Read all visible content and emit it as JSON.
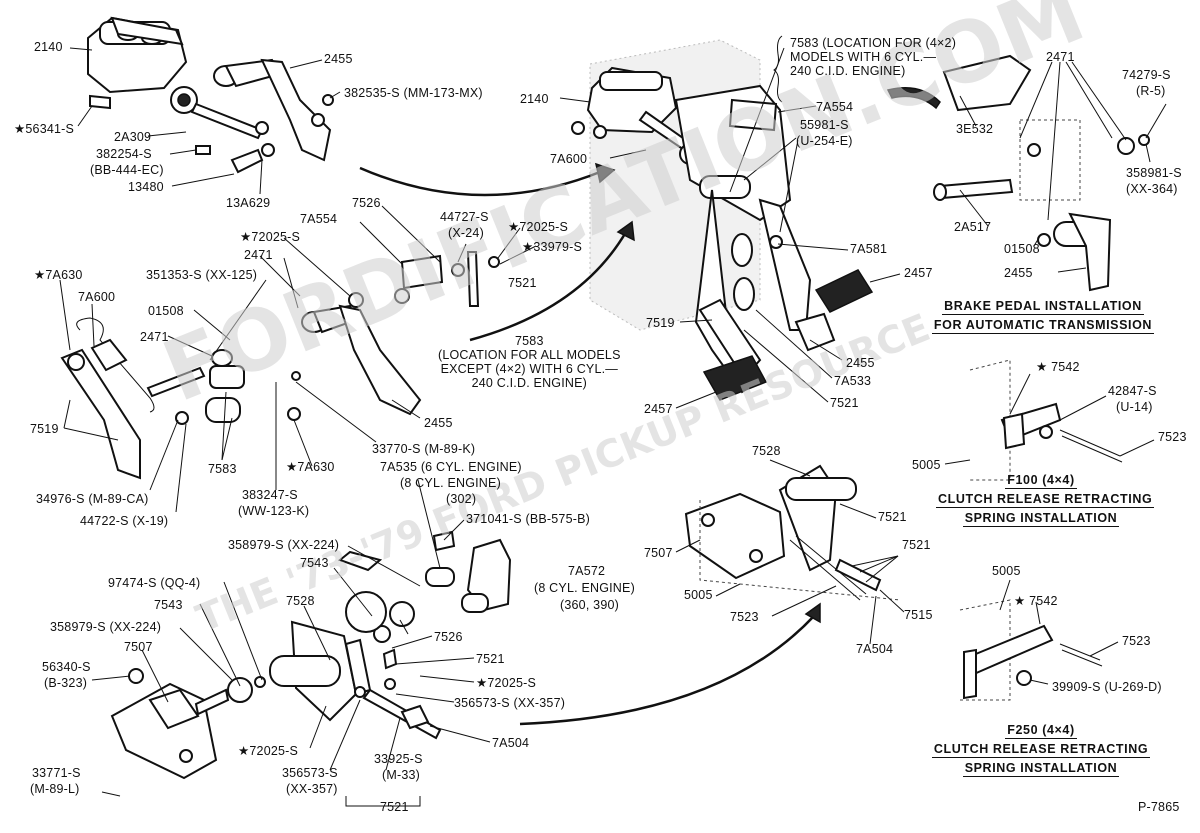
{
  "watermark": {
    "main": "FORDIFICATION.COM",
    "sub": "THE '73-'79 FORD PICKUP RESOURCE"
  },
  "reference": "P-7865",
  "captions": {
    "automatic": [
      "BRAKE PEDAL INSTALLATION",
      "FOR AUTOMATIC TRANSMISSION"
    ],
    "f100": [
      "F100 (4×4)",
      "CLUTCH RELEASE RETRACTING",
      "SPRING INSTALLATION"
    ],
    "f250": [
      "F250 (4×4)",
      "CLUTCH RELEASE RETRACTING",
      "SPRING INSTALLATION"
    ]
  },
  "notes": {
    "top_7583": [
      "7583 (LOCATION FOR (4×2)",
      "MODELS WITH 6 CYL.—",
      "240 C.I.D. ENGINE)"
    ],
    "mid_7583": [
      "7583",
      "(LOCATION FOR ALL MODELS",
      "EXCEPT (4×2) WITH 6 CYL.—",
      "240 C.I.D. ENGINE)"
    ]
  },
  "labels": {
    "l2140a": "2140",
    "l2455a": "2455",
    "l382535": "382535-S (MM-173-MX)",
    "l56341": "★56341-S",
    "l2A309": "2A309",
    "l382254": "382254-S",
    "l382254b": "(BB-444-EC)",
    "l13480": "13480",
    "l13A629": "13A629",
    "l7526a": "7526",
    "l44727": "44727-S",
    "l44727b": "(X-24)",
    "l72025a": "★72025-S",
    "l33979": "★33979-S",
    "l7A554a": "7A554",
    "l72025b": "★72025-S",
    "l2471a": "2471",
    "l7521a": "7521",
    "l7A630a": "★7A630",
    "l351353": "351353-S (XX-125)",
    "l7A600a": "7A600",
    "l01508a": "01508",
    "l2471b": "2471",
    "l7519a": "7519",
    "l34976": "34976-S (M-89-CA)",
    "l44722": "44722-S (X-19)",
    "l7583a": "7583",
    "l7A630b": "★7A630",
    "l383247": "383247-S",
    "l383247b": "(WW-123-K)",
    "l33770": "33770-S (M-89-K)",
    "l2455b": "2455",
    "l7A535": "7A535 (6 CYL. ENGINE)",
    "l7A535b": "(8 CYL. ENGINE)",
    "l7A535c": "(302)",
    "l371041": "371041-S (BB-575-B)",
    "l358979a": "358979-S (XX-224)",
    "l7543a": "7543",
    "l7A572": "7A572",
    "l7A572b": "(8 CYL. ENGINE)",
    "l7A572c": "(360, 390)",
    "l97474": "97474-S (QQ-4)",
    "l7543b": "7543",
    "l7528a": "7528",
    "l358979b": "358979-S (XX-224)",
    "l7526b": "7526",
    "l7507a": "7507",
    "l56340": "56340-S",
    "l56340b": "(B-323)",
    "l7521b": "7521",
    "l72025c": "★72025-S",
    "l356573a": "356573-S (XX-357)",
    "l7A504a": "7A504",
    "l72025d": "★72025-S",
    "l356573b": "356573-S",
    "l356573c": "(XX-357)",
    "l33925": "33925-S",
    "l33925b": "(M-33)",
    "l7521c": "7521",
    "l33771": "33771-S",
    "l33771b": "(M-89-L)",
    "l2140b": "2140",
    "l7A554b": "7A554",
    "l55981": "55981-S",
    "l55981b": "(U-254-E)",
    "l7A600b": "7A600",
    "l3E532": "3E532",
    "l2471c": "2471",
    "l74279": "74279-S",
    "l74279b": "(R-5)",
    "l358981": "358981-S",
    "l358981b": "(XX-364)",
    "l2A517": "2A517",
    "l01508b": "01508",
    "l2455c": "2455",
    "l7A581": "7A581",
    "l2457a": "2457",
    "l7519b": "7519",
    "l2455d": "2455",
    "l7A533": "7A533",
    "l2457b": "2457",
    "l7521d": "7521",
    "l7542a": "★ 7542",
    "l42847": "42847-S",
    "l42847b": "(U-14)",
    "l7523a": "7523",
    "l5005a": "5005",
    "l7528b": "7528",
    "l7521e": "7521",
    "l7521f": "7521",
    "l7507b": "7507",
    "l5005b": "5005",
    "l7523b": "7523",
    "l7515": "7515",
    "l7A504b": "7A504",
    "l5005c": "5005",
    "l7542b": "★ 7542",
    "l7523c": "7523",
    "l39909": "39909-S (U-269-D)"
  }
}
